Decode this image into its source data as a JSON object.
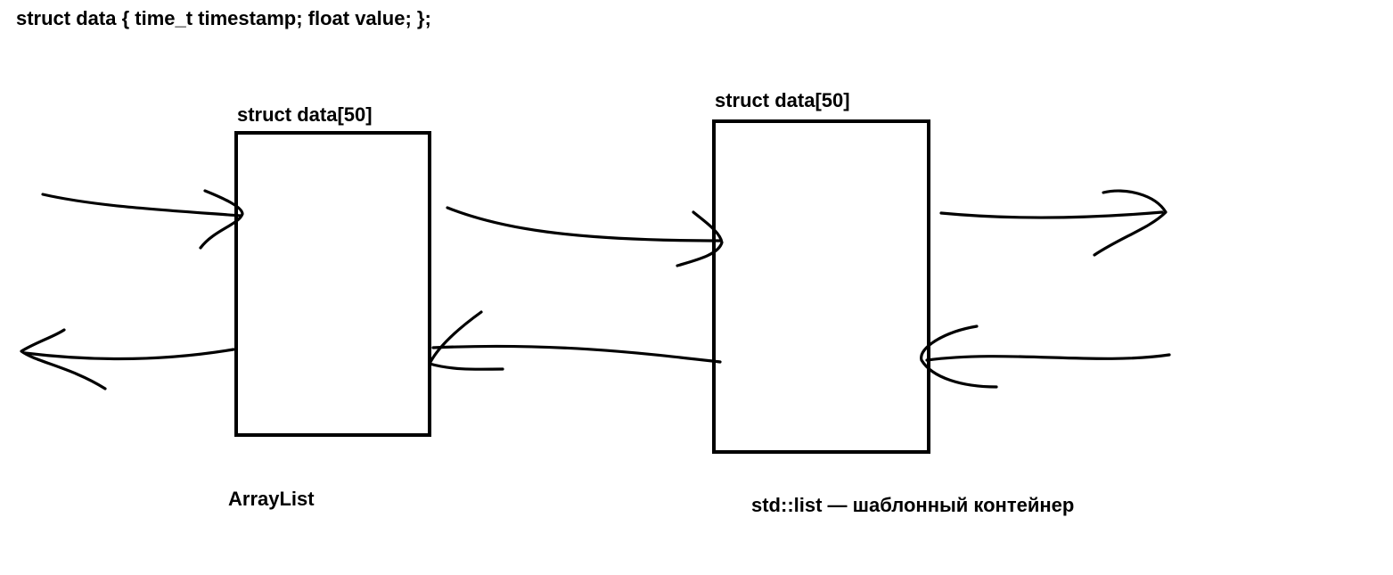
{
  "diagram": {
    "struct_definition": "struct data { time_t timestamp; float value; };",
    "left_block": {
      "label": "struct data[50]",
      "caption": "ArrayList"
    },
    "right_block": {
      "label": "struct data[50]",
      "caption": "std::list — шаблонный контейнер"
    }
  }
}
